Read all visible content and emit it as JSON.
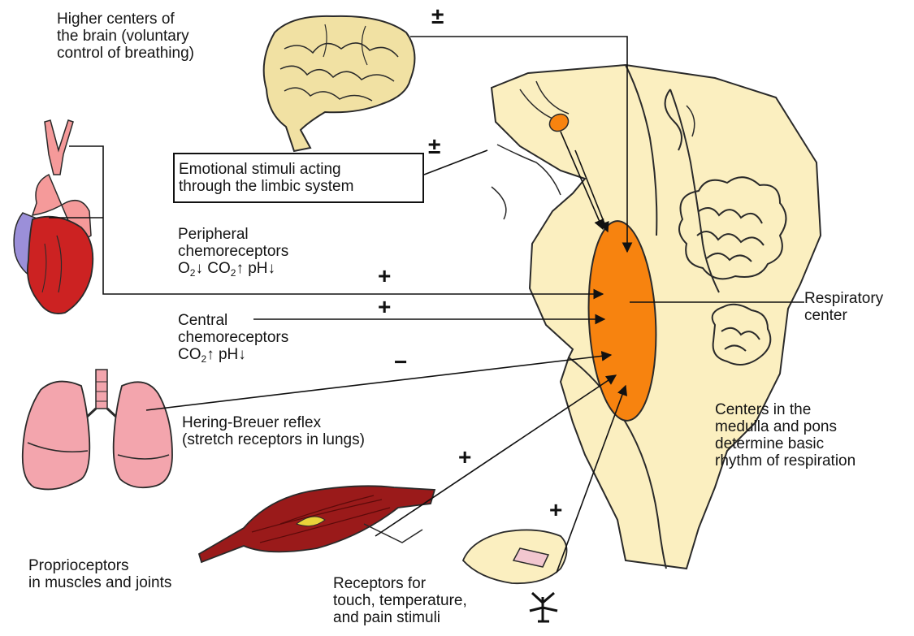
{
  "labels": {
    "higher_centers": [
      "Higher centers of",
      "the brain (voluntary",
      "control of breathing)"
    ],
    "emotional": [
      "Emotional stimuli acting",
      "through the limbic system"
    ],
    "peripheral_title": [
      "Peripheral",
      "chemoreceptors"
    ],
    "peripheral_formula": {
      "o": "O",
      "o_sub": "2",
      "o_arrow": "↓",
      "co": " CO",
      "co_sub": "2",
      "co_arrow": "↑",
      "ph": " pH",
      "ph_arrow": "↓"
    },
    "central_title": [
      "Central",
      "chemoreceptors"
    ],
    "central_formula": {
      "co": "CO",
      "co_sub": "2",
      "co_arrow": "↑",
      "ph": " pH",
      "ph_arrow": "↓"
    },
    "hering": [
      "Hering-Breuer reflex",
      "(stretch receptors in lungs)"
    ],
    "proprio": [
      "Proprioceptors",
      "in muscles and joints"
    ],
    "receptors": [
      "Receptors for",
      "touch, temperature,",
      "and pain stimuli"
    ],
    "respiratory": [
      "Respiratory",
      "center"
    ],
    "centers": [
      "Centers in the",
      "medulla and pons",
      "determine basic",
      "rhythm of respiration"
    ]
  },
  "signs": {
    "higher": "±",
    "emotional": "±",
    "peripheral": "+",
    "central": "+",
    "hering": "−",
    "proprio": "+",
    "receptors": "+"
  },
  "colors": {
    "brainstem": "#fbefc0",
    "respiratory_center": "#f7830f",
    "heart_red": "#cc2222",
    "heart_pink": "#f59a9a",
    "heart_blue": "#9b8fd9",
    "lungs": "#f3a5ad",
    "muscle": "#9a1a1a",
    "brain": "#f1e1a3"
  },
  "icons": [
    "brain-icon",
    "heart-icon",
    "lungs-icon",
    "muscle-icon",
    "fingertip-icon"
  ]
}
